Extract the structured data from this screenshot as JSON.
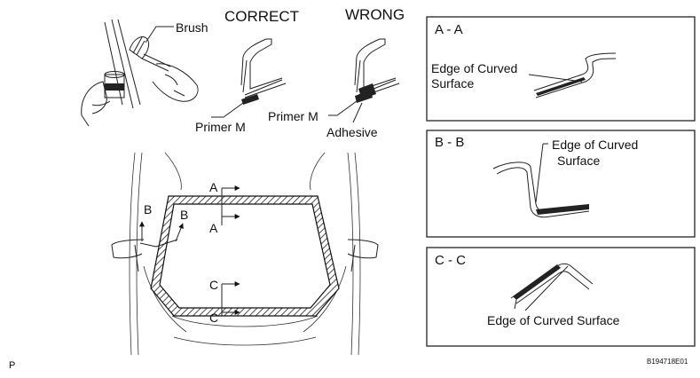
{
  "header": {
    "correct": "CORRECT",
    "wrong": "WRONG"
  },
  "labels": {
    "brush": "Brush",
    "primer_m_correct": "Primer M",
    "primer_m_wrong": "Primer M",
    "adhesive": "Adhesive",
    "cut_a": "A",
    "cut_b": "B",
    "cut_c": "C"
  },
  "sections": [
    {
      "title": "A - A",
      "caption_line1": "Edge of Curved",
      "caption_line2": "Surface"
    },
    {
      "title": "B - B",
      "caption_line1": "Edge of Curved",
      "caption_line2": "Surface"
    },
    {
      "title": "C - C",
      "caption_line1": "Edge of Curved Surface"
    }
  ],
  "footer": {
    "left_mark": "P",
    "code": "B194718E01"
  }
}
